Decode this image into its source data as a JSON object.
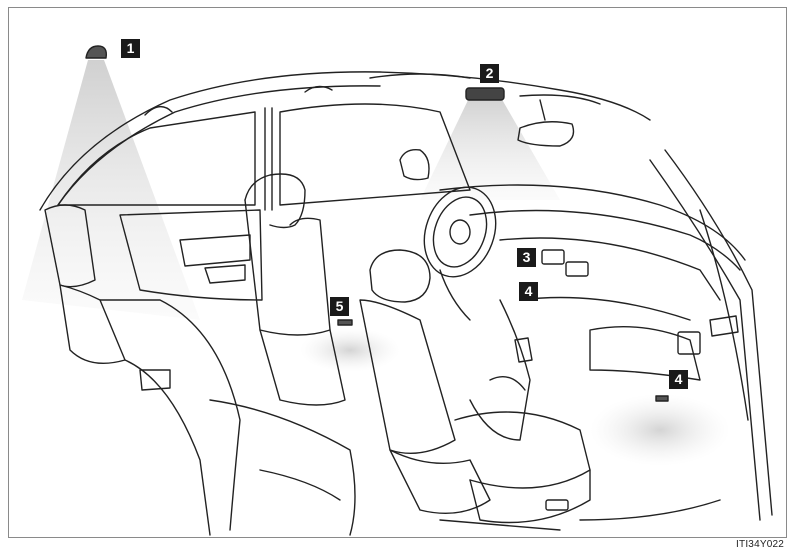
{
  "callouts": [
    {
      "id": "c1",
      "label": "1"
    },
    {
      "id": "c2",
      "label": "2"
    },
    {
      "id": "c3",
      "label": "3"
    },
    {
      "id": "c4a",
      "label": "4"
    },
    {
      "id": "c4b",
      "label": "4"
    },
    {
      "id": "c5",
      "label": "5"
    }
  ],
  "figure_code": "ITI34Y022",
  "colors": {
    "frame": "#8a8a8a",
    "line": "#222222",
    "light": "#d9d9d9",
    "callout_bg": "#1a1a1a"
  }
}
